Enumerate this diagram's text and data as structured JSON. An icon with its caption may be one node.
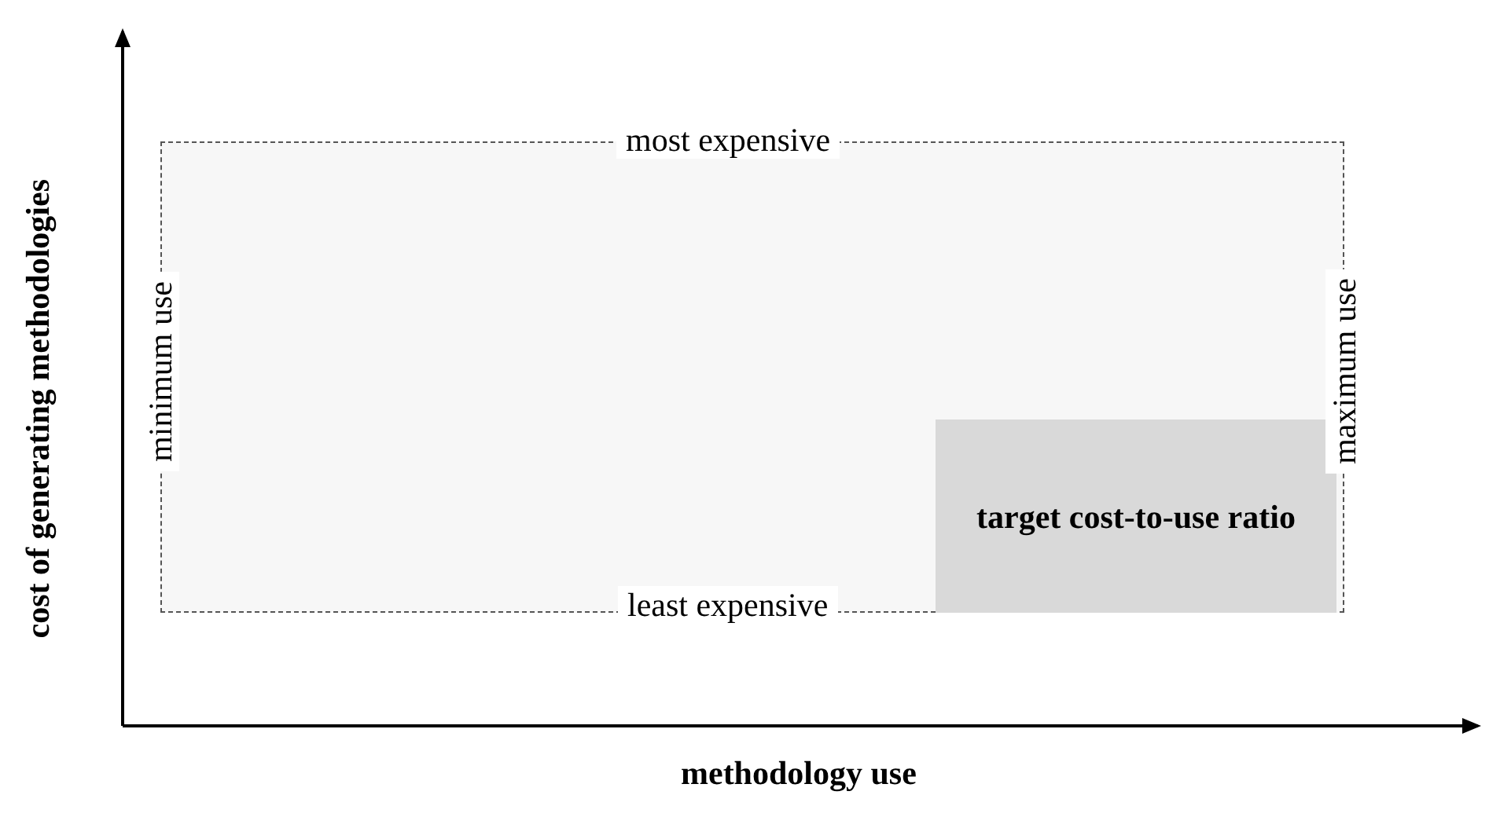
{
  "diagram": {
    "nodes": [
      {
        "text": [],
        "shape": "box"
      },
      {
        "text": [
          "target cost-to-use ratio"
        ],
        "in": 0
      }
    ],
    "labels": [
      "cost of generating methodologies",
      "most expensive",
      "minimum use",
      "maximum use",
      "least expensive",
      "methodology use"
    ]
  }
}
